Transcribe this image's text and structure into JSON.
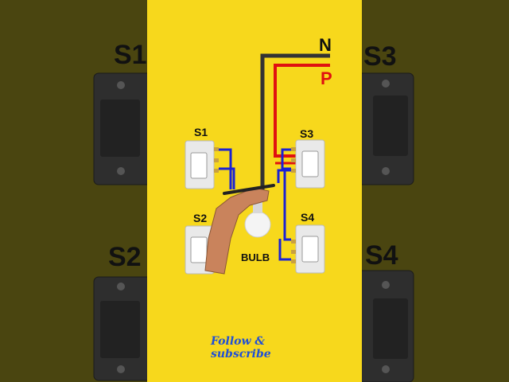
{
  "side_labels": {
    "left_top": "S1",
    "left_bottom": "S2",
    "right_top": "S3",
    "right_bottom": "S4"
  },
  "diagram": {
    "neutral_label": "N",
    "phase_label": "P",
    "switches": {
      "s1": "S1",
      "s2": "S2",
      "s3": "S3",
      "s4": "S4"
    },
    "bulb_label": "BULB"
  },
  "footer": {
    "follow_text": "Follow & subscribe"
  },
  "colors": {
    "background": "#f7d81c",
    "neutral_wire": "#333333",
    "phase_wire": "#e01010",
    "switch_wire": "#1a22d4",
    "phase_label": "#e01010"
  }
}
